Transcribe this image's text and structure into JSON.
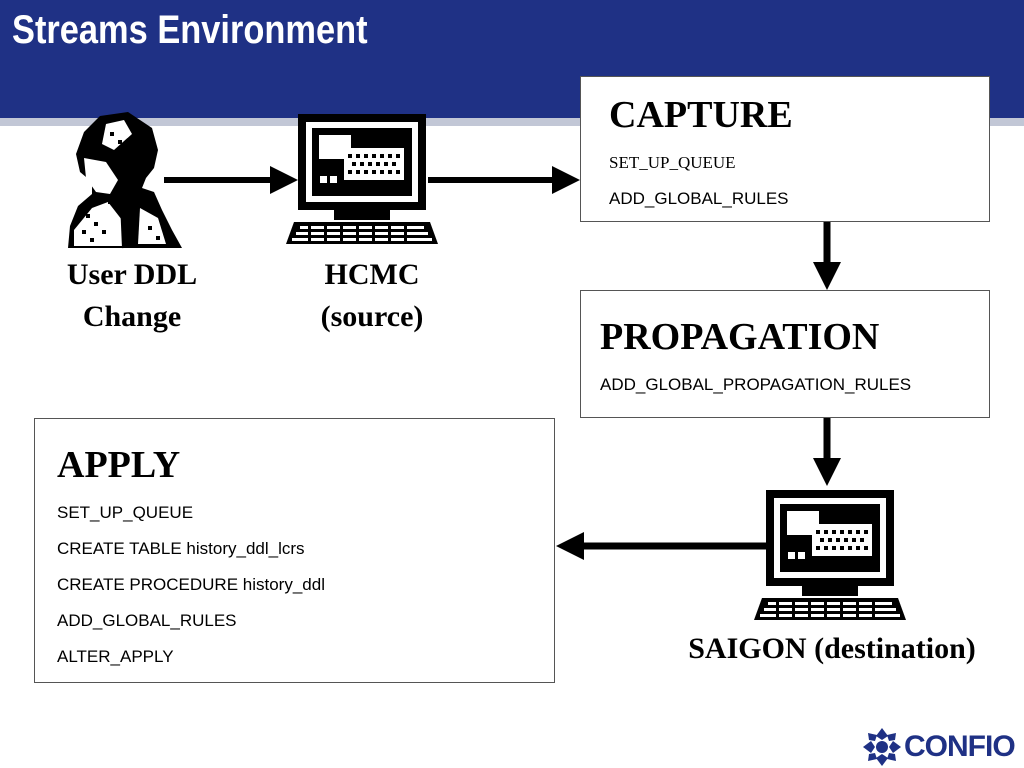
{
  "slide_title": "Streams Environment",
  "user": {
    "line1": "User DDL",
    "line2": "Change"
  },
  "source": {
    "line1": "HCMC",
    "line2": "(source)"
  },
  "destination": {
    "label": "SAIGON (destination)"
  },
  "capture": {
    "title": "CAPTURE",
    "items": [
      "SET_UP_QUEUE",
      "ADD_GLOBAL_RULES"
    ]
  },
  "propagation": {
    "title": "PROPAGATION",
    "items": [
      "ADD_GLOBAL_PROPAGATION_RULES"
    ]
  },
  "apply": {
    "title": "APPLY",
    "items": [
      "SET_UP_QUEUE",
      "CREATE TABLE history_ddl_lcrs",
      "CREATE PROCEDURE history_ddl",
      "ADD_GLOBAL_RULES",
      "ALTER_APPLY"
    ]
  },
  "logo": {
    "text": "CONFIO"
  },
  "colors": {
    "header_bg": "#1f3185",
    "header_stripe": "#c2c7d6",
    "logo": "#1f3185"
  },
  "icons": [
    "user-icon",
    "computer-icon",
    "arrow-icon",
    "confio-logo-icon"
  ]
}
